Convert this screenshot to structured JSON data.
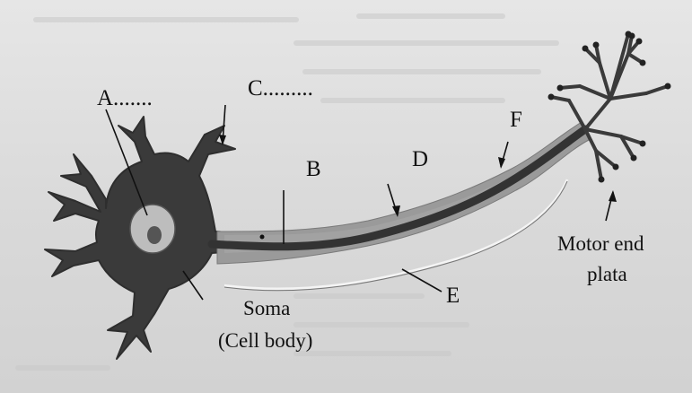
{
  "labels": {
    "a": "A.......",
    "b": "B",
    "c": "C.........",
    "d": "D",
    "e": "E",
    "f": "F",
    "soma_line1": "Soma",
    "soma_line2": "(Cell body)",
    "motor_line1": "Motor end",
    "motor_line2": "plata"
  },
  "colors": {
    "neuron": "#3a3a3a",
    "myelin": "#9a9a9a",
    "nucleus": "#bdbdbd",
    "background": "#dcdcdc"
  }
}
